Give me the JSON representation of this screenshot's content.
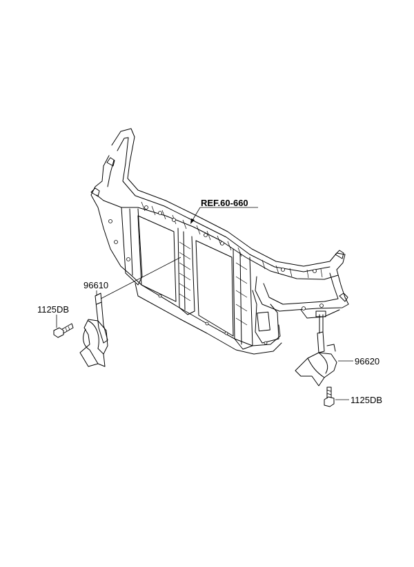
{
  "labels": {
    "ref": "REF.60-660",
    "horn_left": "96610",
    "bolt_left": "1125DB",
    "horn_right": "96620",
    "bolt_right": "1125DB"
  }
}
